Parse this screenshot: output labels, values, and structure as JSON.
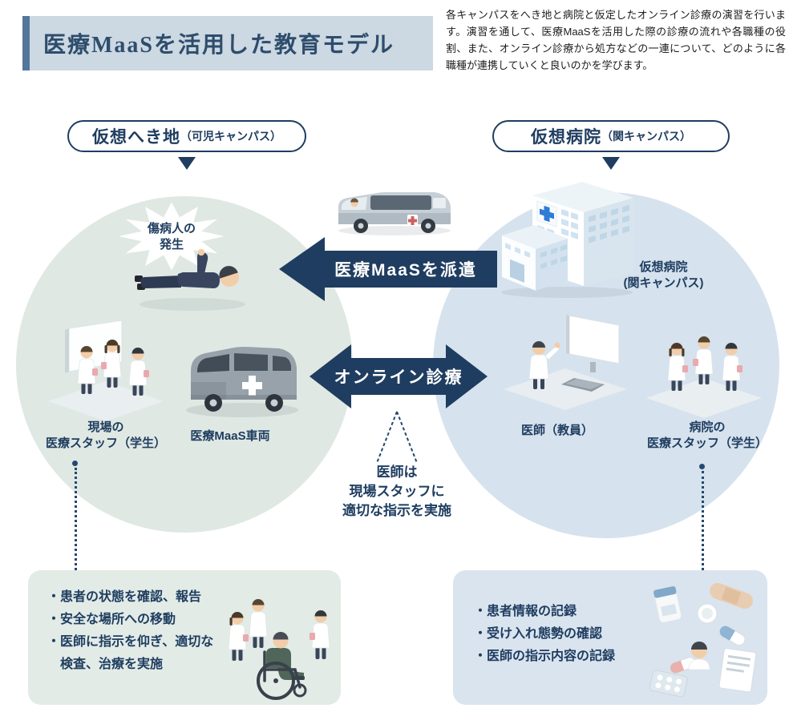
{
  "header": {
    "title": "医療MaaSを活用した教育モデル",
    "description": "各キャンパスをへき地と病院と仮定したオンライン診療の演習を行います。演習を通して、医療MaaSを活用した際の診療の流れや各職種の役割、また、オンライン診療から処方などの一連について、どのように各職種が連携していくと良いのかを学びます。"
  },
  "badges": {
    "remote": {
      "main": "仮想へき地",
      "sub": "（可児キャンパス）"
    },
    "hospital": {
      "main": "仮想病院",
      "sub": "（関キャンパス）"
    }
  },
  "remote_area": {
    "incident_line1": "傷病人の",
    "incident_line2": "発生",
    "staff_line1": "現場の",
    "staff_line2": "医療スタッフ（学生）",
    "vehicle_label": "医療MaaS車両"
  },
  "hospital_area": {
    "hospital_line1": "仮想病院",
    "hospital_line2": "(関キャンパス)",
    "doctor_label": "医師（教員）",
    "staff_line1": "病院の",
    "staff_line2": "医療スタッフ（学生）"
  },
  "arrows": {
    "dispatch_label": "医療MaaSを派遣",
    "online_label": "オンライン診療"
  },
  "callout": {
    "line1": "医師は",
    "line2": "現場スタッフに",
    "line3": "適切な指示を実施"
  },
  "remote_tasks": {
    "items": [
      "・患者の状態を確認、報告",
      "・安全な場所への移動",
      "・医師に指示を仰ぎ、適切な",
      "　検査、治療を実施"
    ]
  },
  "hospital_tasks": {
    "items": [
      "・患者情報の記録",
      "・受け入れ態勢の確認",
      "・医師の指示内容の記録"
    ]
  },
  "illustrations": [
    "dispatch-van",
    "hospital-building",
    "incident-starburst",
    "injured-person",
    "field-staff-group",
    "maas-vehicle",
    "doctor-at-computer",
    "hospital-staff-group",
    "wheelchair-patient-group",
    "medical-supplies"
  ],
  "colors": {
    "navy": "#1f3d60",
    "title_bg": "#ccd8e2",
    "title_bar": "#53769a",
    "remote_circle": "#dfe8e3",
    "hospital_circle": "#d6e2ed",
    "remote_box": "#e2ebe6",
    "hospital_box": "#d9e4ef"
  }
}
